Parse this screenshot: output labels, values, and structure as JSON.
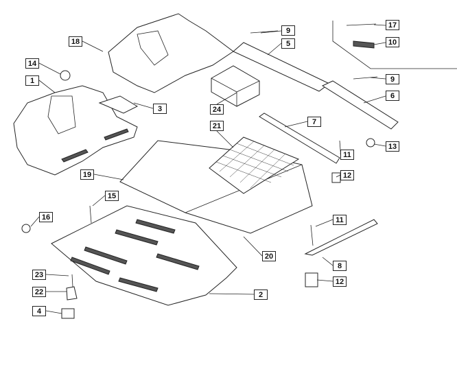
{
  "diagram": {
    "title": "Floor covering parts exploded view",
    "callouts": [
      "18",
      "9",
      "17",
      "5",
      "10",
      "14",
      "1",
      "9",
      "6",
      "3",
      "24",
      "21",
      "7",
      "13",
      "11",
      "19",
      "12",
      "15",
      "16",
      "11",
      "20",
      "8",
      "23",
      "12",
      "22",
      "2",
      "4"
    ]
  }
}
